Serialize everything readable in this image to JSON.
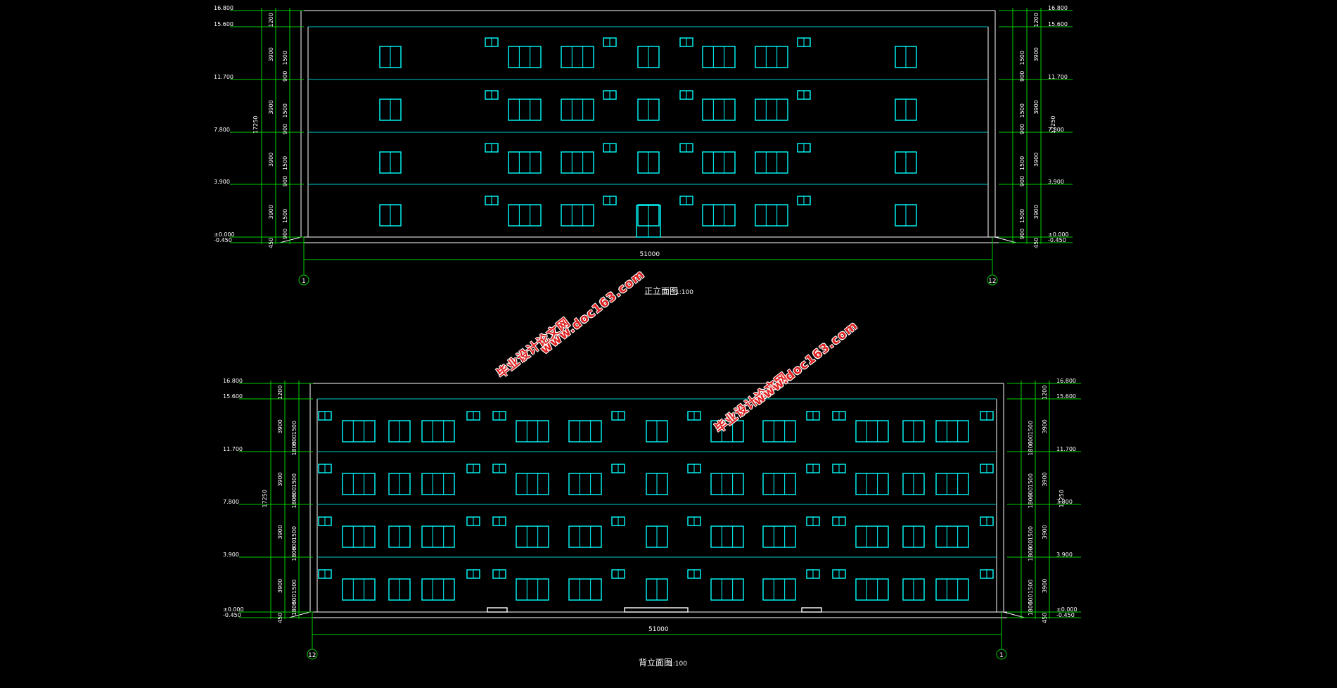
{
  "colors": {
    "outline": "#ffffff",
    "floor_line": "#00c8c8",
    "window": "#00ffff",
    "dim": "#00d000",
    "dim_text": "#ffffff",
    "title": "#ffffff"
  },
  "front_elevation": {
    "title": "正立面图",
    "scale": "1:100",
    "total_width": "51000",
    "axis_left": "1",
    "axis_right": "12",
    "levels_left": [
      "16.800",
      "15.600",
      "11.700",
      "7.800",
      "3.900",
      "±0.000",
      "-0.450"
    ],
    "levels_right": [
      "16.800",
      "15.600",
      "11.700",
      "7.800",
      "3.900",
      "±0.000",
      "-0.450"
    ],
    "dims_storey": [
      "1200",
      "3900",
      "3900",
      "3900",
      "3900",
      "450"
    ],
    "dims_window": [
      "1500",
      "900",
      "1500",
      "900",
      "1500",
      "900",
      "1500",
      "900"
    ],
    "dim_total": "17250"
  },
  "rear_elevation": {
    "title": "背立面图",
    "scale": "1:100",
    "total_width": "51000",
    "axis_left": "12",
    "axis_right": "1",
    "levels_left": [
      "16.800",
      "15.600",
      "11.700",
      "7.800",
      "3.900",
      "±0.000",
      "-0.450"
    ],
    "levels_right": [
      "16.800",
      "15.600",
      "11.700",
      "7.800",
      "3.900",
      "±0.000",
      "-0.450"
    ],
    "dims_storey": [
      "1200",
      "3900",
      "3900",
      "3900",
      "3900",
      "450"
    ],
    "dims_window": [
      "1500",
      "600",
      "1800",
      "1500",
      "600",
      "1800",
      "1500",
      "600",
      "1800",
      "1500",
      "600",
      "1800"
    ],
    "dim_total": "17250"
  },
  "watermarks": [
    {
      "text": "毕业设计论文网"
    },
    {
      "text": "www.doc163.com"
    },
    {
      "text": "毕业设计论文网"
    },
    {
      "text": "www.doc163.com"
    }
  ]
}
